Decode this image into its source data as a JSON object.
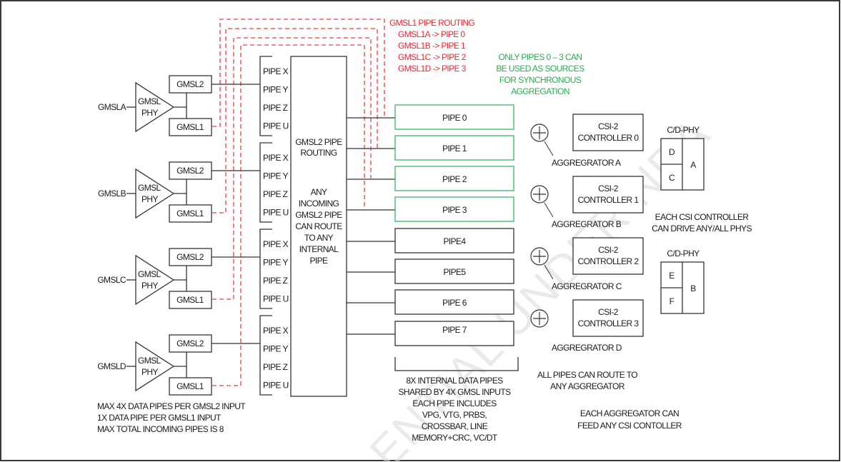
{
  "inputs": [
    {
      "name": "GMSLA",
      "phy_label": [
        "GMSL",
        "PHY"
      ],
      "gmsl2_label": "GMSL2",
      "gmsl1_label": "GMSL1",
      "pipes": [
        "PIPE X",
        "PIPE Y",
        "PIPE Z",
        "PIPE U"
      ]
    },
    {
      "name": "GMSLB",
      "phy_label": [
        "GMSL",
        "PHY"
      ],
      "gmsl2_label": "GMSL2",
      "gmsl1_label": "GMSL1",
      "pipes": [
        "PIPE X",
        "PIPE Y",
        "PIPE Z",
        "PIPE U"
      ]
    },
    {
      "name": "GMSLC",
      "phy_label": [
        "GMSL",
        "PHY"
      ],
      "gmsl2_label": "GMSL2",
      "gmsl1_label": "GMSL1",
      "pipes": [
        "PIPE X",
        "PIPE Y",
        "PIPE Z",
        "PIPE U"
      ]
    },
    {
      "name": "GMSLD",
      "phy_label": [
        "GMSL",
        "PHY"
      ],
      "gmsl2_label": "GMSL2",
      "gmsl1_label": "GMSL1",
      "pipes": [
        "PIPE X",
        "PIPE Y",
        "PIPE Z",
        "PIPE U"
      ]
    }
  ],
  "routing_box": {
    "title": [
      "GMSL2 PIPE",
      "ROUTING"
    ],
    "body": [
      "ANY",
      "INCOMING",
      "GMSL2 PIPE",
      "CAN ROUTE",
      "TO ANY",
      "INTERNAL",
      "PIPE"
    ]
  },
  "gmsl1_routing": {
    "title": "GMSL1 PIPE ROUTING",
    "lines": [
      "GMSL1A -> PIPE 0",
      "GMSL1B -> PIPE 1",
      "GMSL1C -> PIPE 2",
      "GMSL1D -> PIPE 3"
    ],
    "color": "#e8262d"
  },
  "sync_note": {
    "lines": [
      "ONLY PIPES 0 – 3 CAN",
      "BE USED AS SOURCES",
      "FOR  SYNCHRONOUS",
      "AGGREGATION"
    ],
    "color": "#22b04a"
  },
  "internal_pipes": [
    {
      "label": "PIPE 0",
      "sync_capable": true
    },
    {
      "label": "PIPE 1",
      "sync_capable": true
    },
    {
      "label": "PIPE 2",
      "sync_capable": true
    },
    {
      "label": "PIPE 3",
      "sync_capable": true
    },
    {
      "label": "PIPE4",
      "sync_capable": false
    },
    {
      "label": "PIPE5",
      "sync_capable": false
    },
    {
      "label": "PIPE 6",
      "sync_capable": false
    },
    {
      "label": "PIPE 7",
      "sync_capable": false
    }
  ],
  "pipes_note": [
    "8X INTERNAL DATA PIPES",
    "SHARED BY 4X GMSL INPUTS",
    "EACH PIPE INCLUDES",
    "VPG, VTG, PRBS,",
    "CROSSBAR, LINE",
    "MEMORY+CRC, VC/DT"
  ],
  "input_note": [
    "MAX 4X DATA PIPES PER GMSL2 INPUT",
    "1X DATA PIPE PER GMSL1 INPUT",
    "MAX TOTAL INCOMING PIPES IS 8"
  ],
  "aggregators": [
    {
      "label": "AGGREGRATOR A",
      "icon": "circle-plus"
    },
    {
      "label": "AGGREGRATOR B",
      "icon": "circle-plus"
    },
    {
      "label": "AGGREGRATOR C",
      "icon": "circle-plus"
    },
    {
      "label": "AGGREGRATOR D",
      "icon": "circle-plus"
    }
  ],
  "controllers": [
    {
      "line1": "CSI-2",
      "line2": "CONTROLLER 0"
    },
    {
      "line1": "CSI-2",
      "line2": "CONTROLLER 1"
    },
    {
      "line1": "CSI-2",
      "line2": "CONTROLLER 2"
    },
    {
      "line1": "CSI-2",
      "line2": "CONTROLLER 3"
    }
  ],
  "phys": [
    {
      "title": "C/D-PHY",
      "left_top": "D",
      "left_bottom": "C",
      "right": "A"
    },
    {
      "title": "C/D-PHY",
      "left_top": "E",
      "left_bottom": "F",
      "right": "B"
    }
  ],
  "csi_note": [
    "EACH CSI CONTROLLER",
    "CAN DRIVE ANY/ALL PHYS"
  ],
  "aggregator_note": [
    "ALL PIPES CAN ROUTE TO",
    "ANY AGGREGATOR"
  ],
  "feed_note": [
    "EACH AGGREGATOR CAN",
    "FEED ANY CSI CONTOLLER"
  ],
  "watermark": "ENTIAL UNDER NDA"
}
